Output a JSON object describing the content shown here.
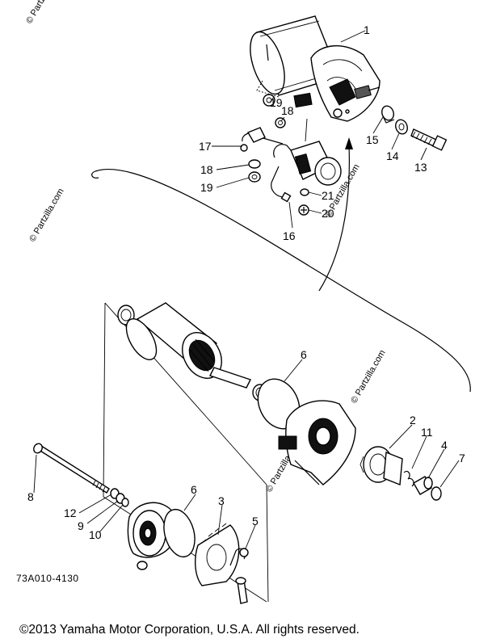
{
  "diagram_code": "73A010-4130",
  "copyright": "©2013  Yamaha Motor Corporation, U.S.A. All rights reserved.",
  "watermark": "© Partzilla.com",
  "callouts": {
    "c1": "1",
    "c2": "2",
    "c3": "3",
    "c4": "4",
    "c5": "5",
    "c6a": "6",
    "c6b": "6",
    "c7": "7",
    "c8": "8",
    "c9": "9",
    "c10": "10",
    "c11": "11",
    "c12": "12",
    "c13": "13",
    "c14": "14",
    "c15": "15",
    "c16": "16",
    "c17": "17",
    "c18a": "18",
    "c18b": "18",
    "c19a": "19",
    "c19b": "19",
    "c20": "20",
    "c21": "21"
  }
}
